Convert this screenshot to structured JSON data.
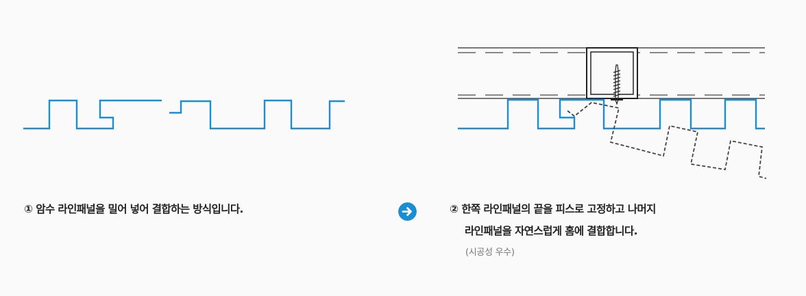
{
  "colors": {
    "accent_blue": "#1b8ed3",
    "line_dark": "#2a2a2a",
    "dash_gray": "#444444",
    "background": "#fafafa"
  },
  "step1": {
    "text": "① 암수 라인패널을 밀어 넣어 결합하는 방식입니다."
  },
  "arrow": {
    "icon": "arrow-right-circle-icon"
  },
  "step2": {
    "line1": "② 한쪽 라인패널의 끝을 피스로 고정하고 나머지",
    "line2": "라인패널을 자연스럽게 홈에 결합합니다.",
    "note": "(시공성 우수)"
  }
}
